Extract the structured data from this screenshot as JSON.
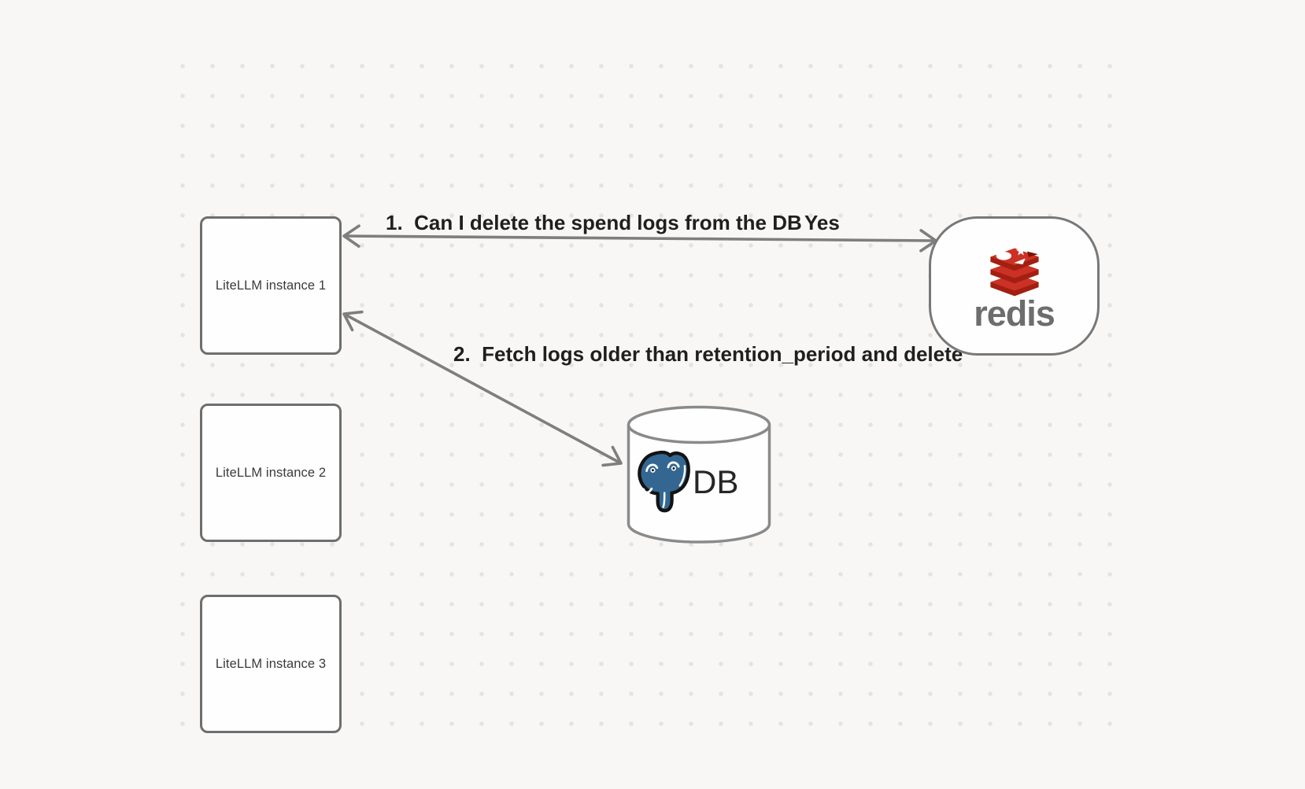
{
  "diagram": {
    "instances": [
      "LiteLLM instance 1",
      "LiteLLM instance 2",
      "LiteLLM instance 3"
    ],
    "redis": {
      "wordmark": "redis"
    },
    "db": {
      "label": "DB"
    },
    "edges": {
      "redis_edge": {
        "label": "1.  Can I delete the spend logs from the DB",
        "response": "Yes"
      },
      "db_edge": {
        "label": "2.  Fetch logs older than retention_period and delete"
      }
    },
    "colors": {
      "background": "#f8f7f5",
      "dot": "#e4e3e1",
      "node_border": "#6e6e6e",
      "arrow": "#7e7e7e",
      "redis_red": "#cb3124",
      "redis_red_dark": "#a21f12",
      "redis_notch": "#7a1205",
      "postgres_blue": "#336791",
      "label_text": "#1f1f1f",
      "redis_wordmark_gray": "#6d6d6d"
    }
  }
}
